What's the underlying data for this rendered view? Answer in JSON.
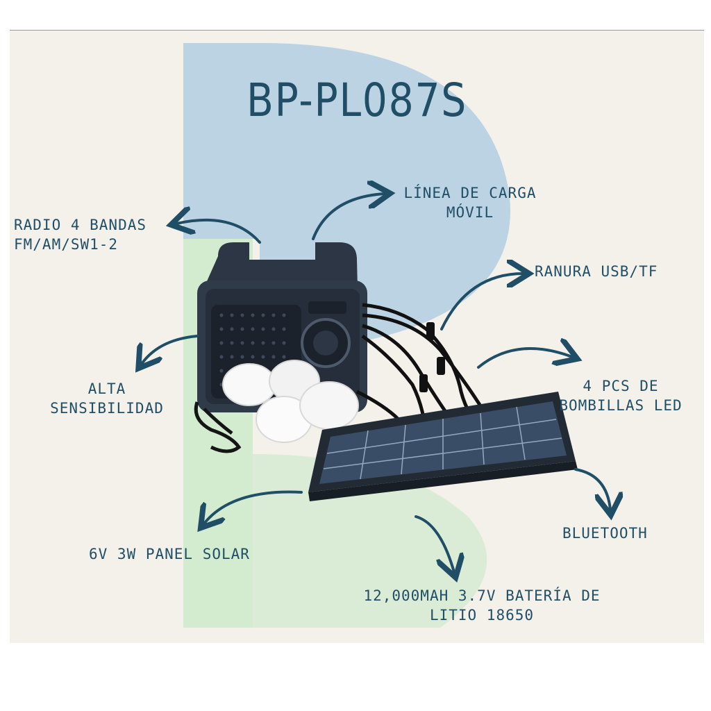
{
  "title": "BP-PL087S",
  "labels": {
    "linea_carga": [
      "LÍNEA DE CARGA",
      "MÓVIL"
    ],
    "radio": [
      "RADIO 4 BANDAS",
      "FM/AM/SW1-2"
    ],
    "ranura": [
      "RANURA USB/TF"
    ],
    "alta": [
      "ALTA",
      "SENSIBILIDAD"
    ],
    "bombillas": [
      "4 PCS DE",
      "BOMBILLAS LED"
    ],
    "bluetooth": [
      "BLUETOOTH"
    ],
    "panel": [
      "6V 3W PANEL SOLAR"
    ],
    "bateria": [
      "12,000MAH 3.7V BATERÍA DE",
      "LITIO 18650"
    ]
  },
  "colors": {
    "text": "#1f4e66",
    "background": "#f4f1ea",
    "logo_blue": "#bcd3e3",
    "logo_green": "#d3ebcf"
  }
}
